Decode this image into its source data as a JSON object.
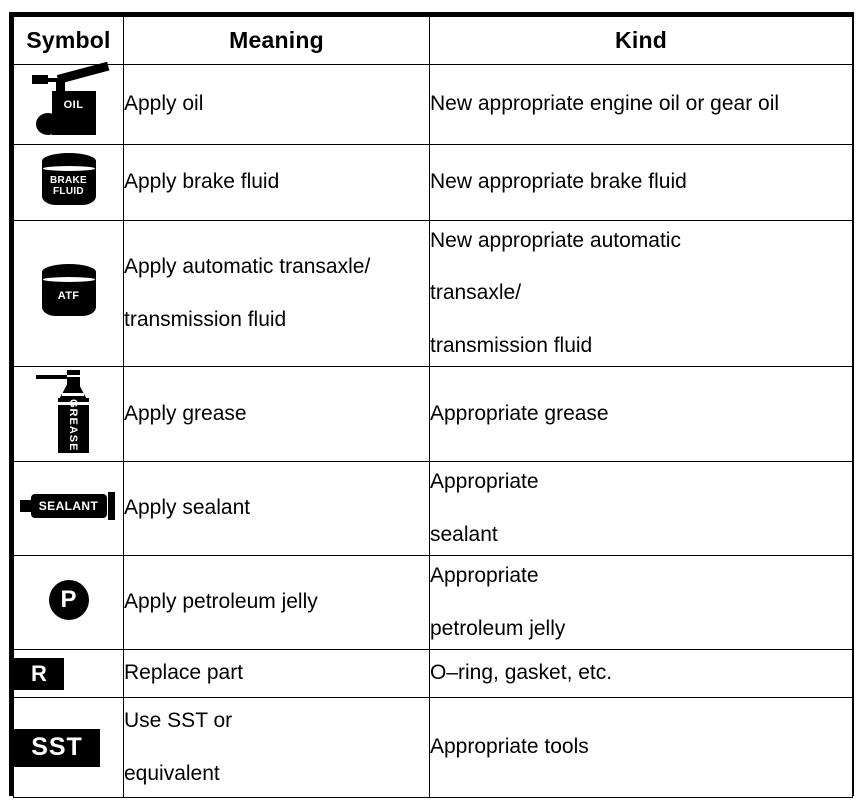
{
  "table": {
    "columns": [
      {
        "id": "symbol",
        "label": "Symbol"
      },
      {
        "id": "meaning",
        "label": "Meaning"
      },
      {
        "id": "kind",
        "label": "Kind"
      }
    ],
    "rows": [
      {
        "icon": "oil-can-icon",
        "icon_text": "OIL",
        "meaning": "Apply oil",
        "meaning_lines": [
          "Apply oil"
        ],
        "kind_lines": [
          "New appropriate engine oil or gear oil"
        ]
      },
      {
        "icon": "brake-fluid-can-icon",
        "icon_text_line1": "BRAKE",
        "icon_text_line2": "FLUID",
        "meaning_lines": [
          "Apply brake fluid"
        ],
        "kind_lines": [
          "New appropriate brake fluid"
        ]
      },
      {
        "icon": "atf-can-icon",
        "icon_text": "ATF",
        "meaning_lines": [
          "Apply automatic transaxle/",
          "transmission fluid"
        ],
        "kind_lines": [
          "New appropriate automatic",
          "transaxle/",
          "transmission fluid"
        ]
      },
      {
        "icon": "grease-gun-icon",
        "icon_text": "GREASE",
        "meaning_lines": [
          "Apply grease"
        ],
        "kind_lines": [
          "Appropriate grease"
        ]
      },
      {
        "icon": "sealant-tube-icon",
        "icon_text": "SEALANT",
        "meaning_lines": [
          "Apply sealant"
        ],
        "kind_lines": [
          "Appropriate",
          "sealant"
        ]
      },
      {
        "icon": "petroleum-jelly-icon",
        "icon_text": "P",
        "meaning_lines": [
          "Apply petroleum jelly"
        ],
        "kind_lines": [
          "Appropriate",
          "petroleum jelly"
        ]
      },
      {
        "icon": "replace-part-icon",
        "icon_text": "R",
        "meaning_lines": [
          "Replace part"
        ],
        "kind_lines": [
          "O–ring, gasket, etc."
        ]
      },
      {
        "icon": "sst-icon",
        "icon_text": "SST",
        "meaning_lines": [
          "Use SST or",
          "equivalent"
        ],
        "kind_lines": [
          "Appropriate tools"
        ]
      }
    ]
  },
  "colors": {
    "ink": "#000000",
    "paper": "#ffffff"
  }
}
